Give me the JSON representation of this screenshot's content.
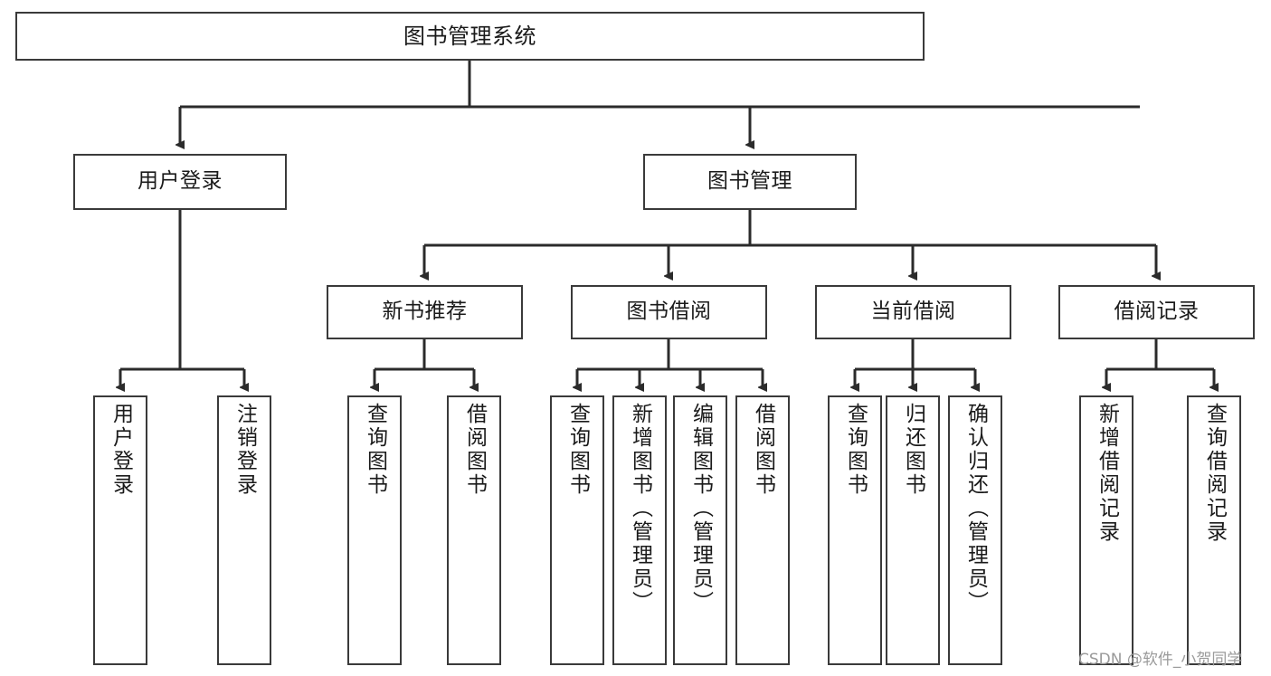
{
  "diagram": {
    "title": "图书管理系统",
    "type": "tree-hierarchy-diagram",
    "watermark": "CSDN @软件_小贺同学",
    "colors": {
      "box_border": "#3a3a3a",
      "box_fill": "#ffffff",
      "edge": "#2b2b2b",
      "text": "#1a1a1a",
      "watermark": "#9a9a9a"
    }
  },
  "nodes": {
    "root": {
      "label": "图书管理系统"
    },
    "level2": [
      {
        "id": "user-login",
        "label": "用户登录"
      },
      {
        "id": "book-management",
        "label": "图书管理"
      }
    ],
    "level3": [
      {
        "id": "new-book-recommend",
        "label": "新书推荐"
      },
      {
        "id": "book-borrow",
        "label": "图书借阅"
      },
      {
        "id": "current-borrow",
        "label": "当前借阅"
      },
      {
        "id": "borrow-record",
        "label": "借阅记录"
      }
    ],
    "leaves": {
      "user_login": [
        {
          "id": "leaf-user-login",
          "label": "用户登录"
        },
        {
          "id": "leaf-logout",
          "label": "注销登录"
        }
      ],
      "new_book_recommend": [
        {
          "id": "leaf-query-book-1",
          "label": "查询图书"
        },
        {
          "id": "leaf-borrow-book-1",
          "label": "借阅图书"
        }
      ],
      "book_borrow": [
        {
          "id": "leaf-query-book-2",
          "label": "查询图书"
        },
        {
          "id": "leaf-add-book-admin",
          "label": "新增图书（管理员）"
        },
        {
          "id": "leaf-edit-book-admin",
          "label": "编辑图书（管理员）"
        },
        {
          "id": "leaf-borrow-book-2",
          "label": "借阅图书"
        }
      ],
      "current_borrow": [
        {
          "id": "leaf-query-book-3",
          "label": "查询图书"
        },
        {
          "id": "leaf-return-book",
          "label": "归还图书"
        },
        {
          "id": "leaf-confirm-return-admin",
          "label": "确认归还（管理员）"
        }
      ],
      "borrow_record": [
        {
          "id": "leaf-add-borrow-record",
          "label": "新增借阅记录"
        },
        {
          "id": "leaf-query-borrow-record",
          "label": "查询借阅记录"
        }
      ]
    }
  }
}
